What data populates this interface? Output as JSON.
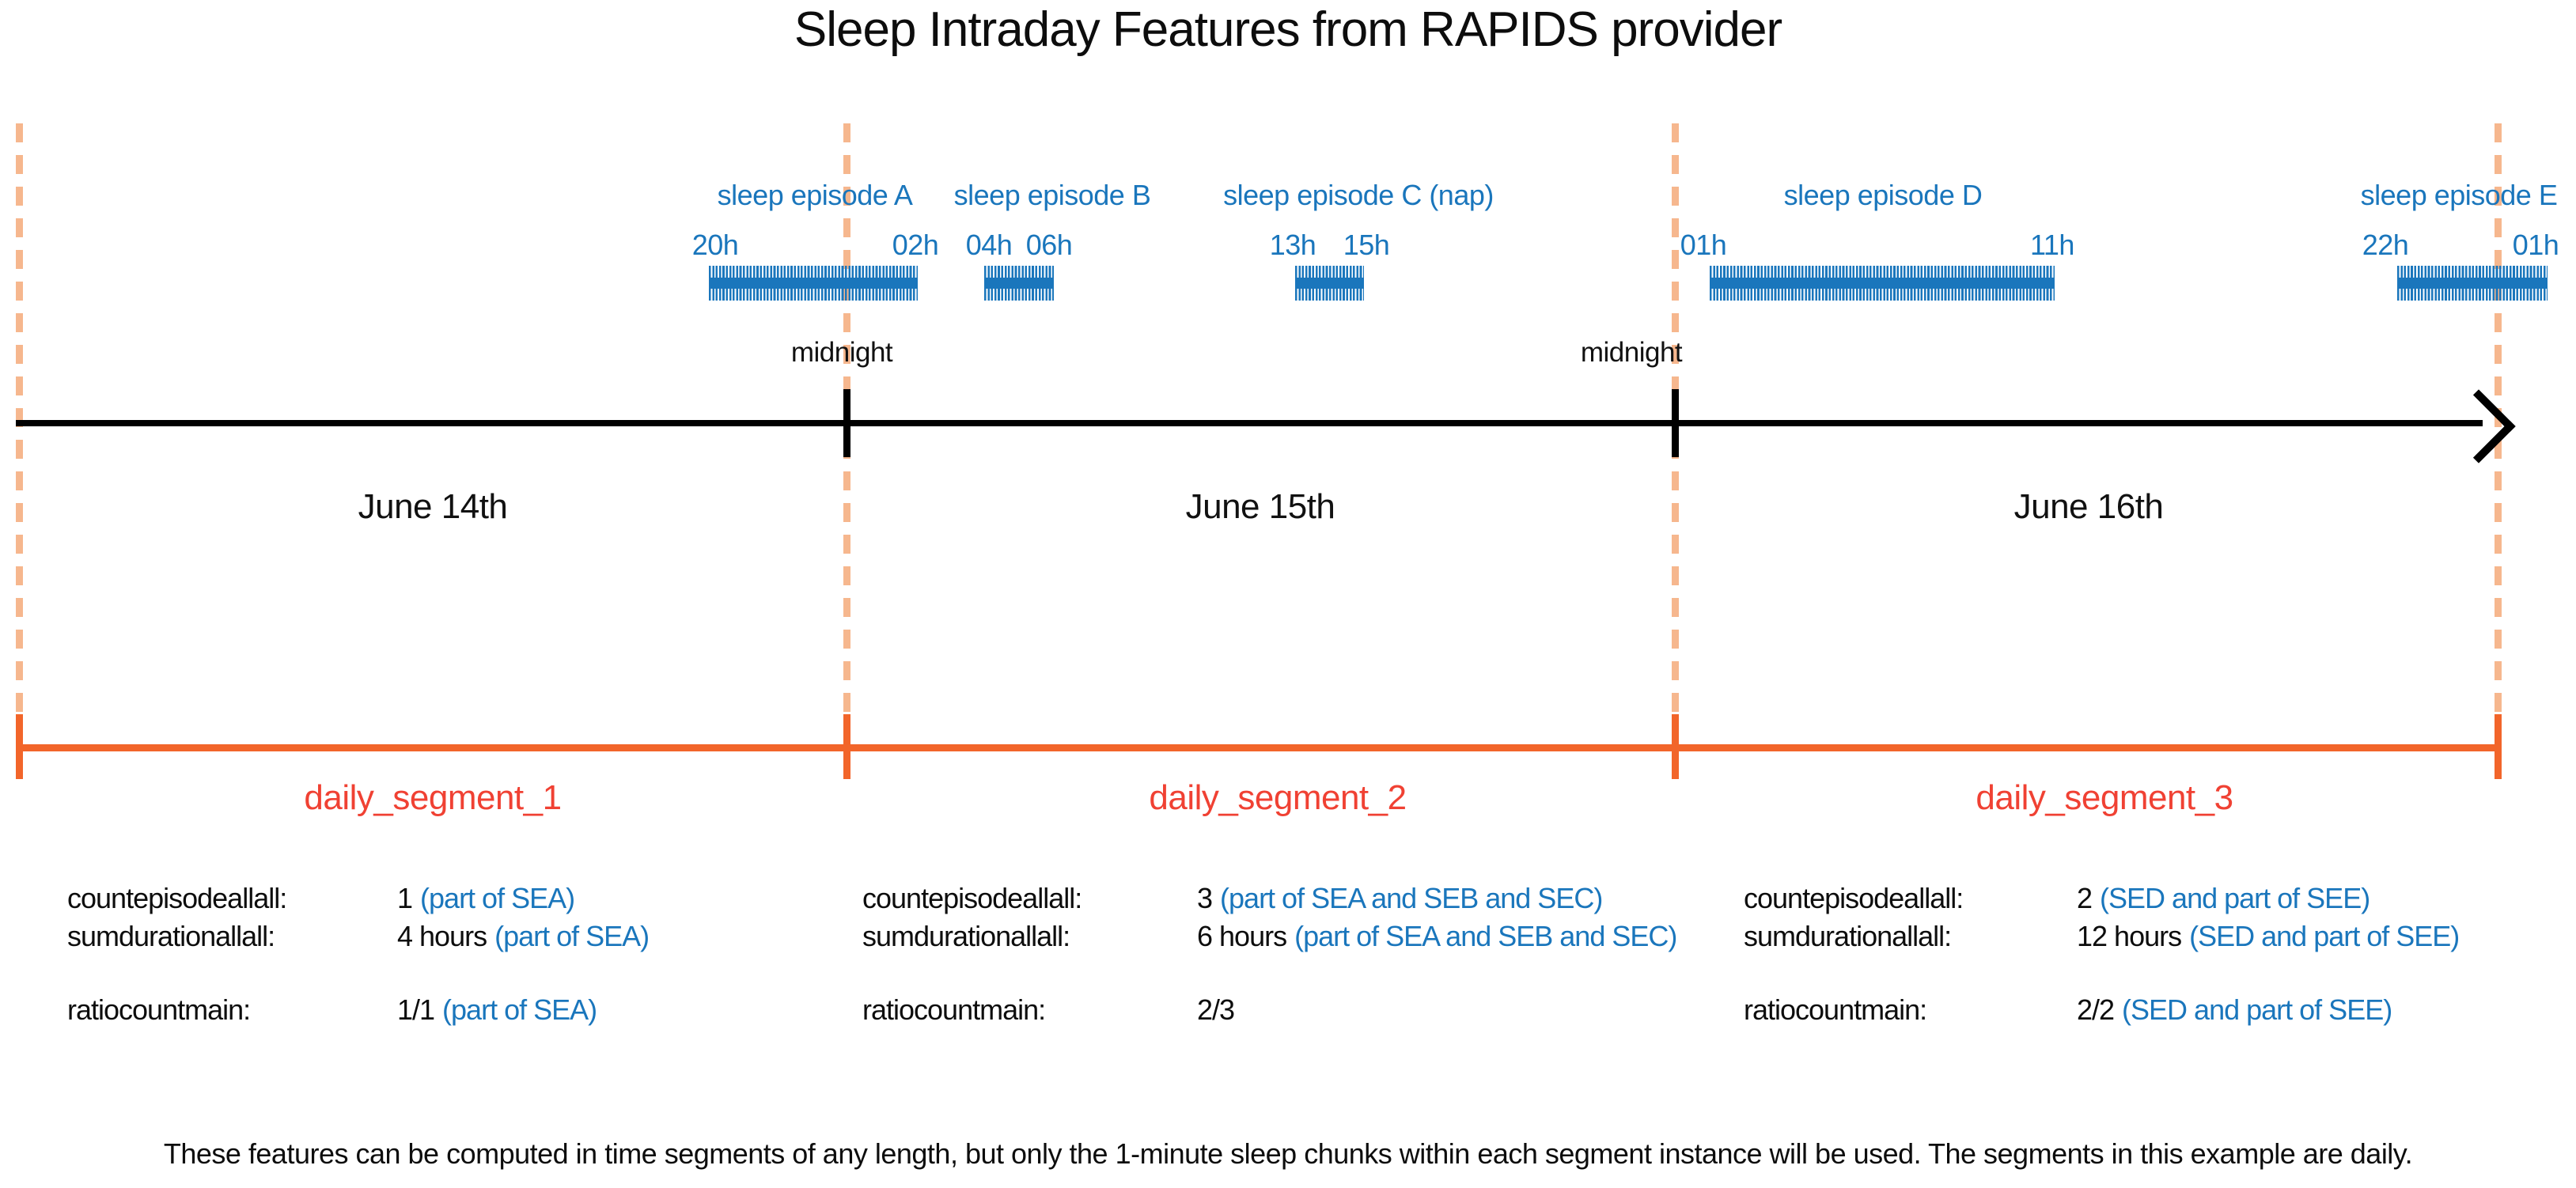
{
  "title": "Sleep Intraday Features from RAPIDS provider",
  "colors": {
    "episode_blue": "#1a76bc",
    "boundary_dash_orange": "#f6b78e",
    "segment_bracket_orange": "#f2652a",
    "segment_label_red": "#f04133",
    "text_black": "#0d0d0d"
  },
  "timeline": {
    "dates": [
      "June 14th",
      "June 15th",
      "June 16th"
    ],
    "midnight_labels": [
      "midnight",
      "midnight"
    ]
  },
  "episodes": [
    {
      "label": "sleep episode A",
      "start": "20h",
      "end": "02h"
    },
    {
      "label": "sleep episode B",
      "start": "04h",
      "end": "06h"
    },
    {
      "label": "sleep episode C (nap)",
      "start": "13h",
      "end": "15h"
    },
    {
      "label": "sleep episode D",
      "start": "01h",
      "end": "11h"
    },
    {
      "label": "sleep episode E",
      "start": "22h",
      "end": "01h"
    }
  ],
  "segments": [
    {
      "name": "daily_segment_1",
      "features": [
        {
          "label": "countepisodeallall:",
          "value": "1",
          "note": "(part of SEA)"
        },
        {
          "label": "sumdurationallall:",
          "value": "4 hours",
          "note": "(part of SEA)"
        },
        {
          "label": "ratiocountmain:",
          "value": "1/1",
          "note": "(part of SEA)"
        }
      ]
    },
    {
      "name": "daily_segment_2",
      "features": [
        {
          "label": "countepisodeallall:",
          "value": "3",
          "note": "(part of SEA and SEB and SEC)"
        },
        {
          "label": "sumdurationallall:",
          "value": "6 hours",
          "note": "(part of SEA and SEB and SEC)"
        },
        {
          "label": "ratiocountmain:",
          "value": "2/3",
          "note": ""
        }
      ]
    },
    {
      "name": "daily_segment_3",
      "features": [
        {
          "label": "countepisodeallall:",
          "value": "2",
          "note": "(SED and part of SEE)"
        },
        {
          "label": "sumdurationallall:",
          "value": "12 hours",
          "note": "(SED and part of SEE)"
        },
        {
          "label": "ratiocountmain:",
          "value": "2/2",
          "note": "(SED and part of SEE)"
        }
      ]
    }
  ],
  "footer": "These features can be computed in time segments of any length, but only the 1-minute sleep chunks within each segment instance will be used. The segments in this example are daily."
}
